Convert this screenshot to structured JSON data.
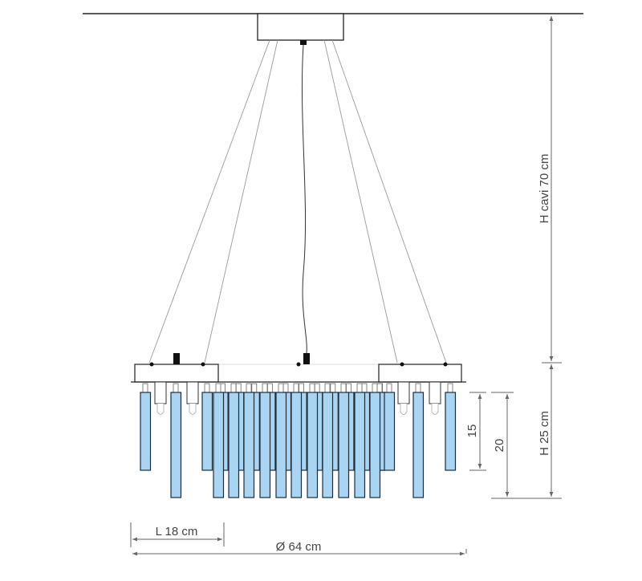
{
  "title": "Pendant chandelier dimension drawing",
  "dimensions": {
    "cable_height": "H cavi 70 cm",
    "body_height": "H  25 cm",
    "short_rod": "15",
    "long_rod": "20",
    "arm_length": "L 18 cm",
    "diameter": "Ø 64 cm"
  },
  "colors": {
    "glass": "#a9d4f2",
    "outline": "#1f2d3a",
    "dimension": "#666666"
  }
}
